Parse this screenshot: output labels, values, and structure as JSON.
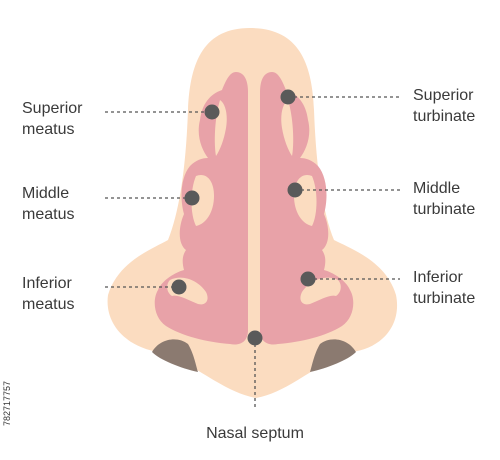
{
  "labels": {
    "superior_meatus": [
      "Superior",
      "meatus"
    ],
    "middle_meatus": [
      "Middle",
      "meatus"
    ],
    "inferior_meatus": [
      "Inferior",
      "meatus"
    ],
    "superior_turbinate": [
      "Superior",
      "turbinate"
    ],
    "middle_turbinate": [
      "Middle",
      "turbinate"
    ],
    "inferior_turbinate": [
      "Inferior",
      "turbinate"
    ],
    "nasal_septum": "Nasal septum"
  },
  "stock_id": "782717757",
  "colors": {
    "skin": "#fbdcc0",
    "mucosa": "#e8a2a8",
    "nostril": "#8b7a70",
    "marker": "#5a5a5a",
    "leader": "#555555",
    "text": "#3a3a3a"
  }
}
